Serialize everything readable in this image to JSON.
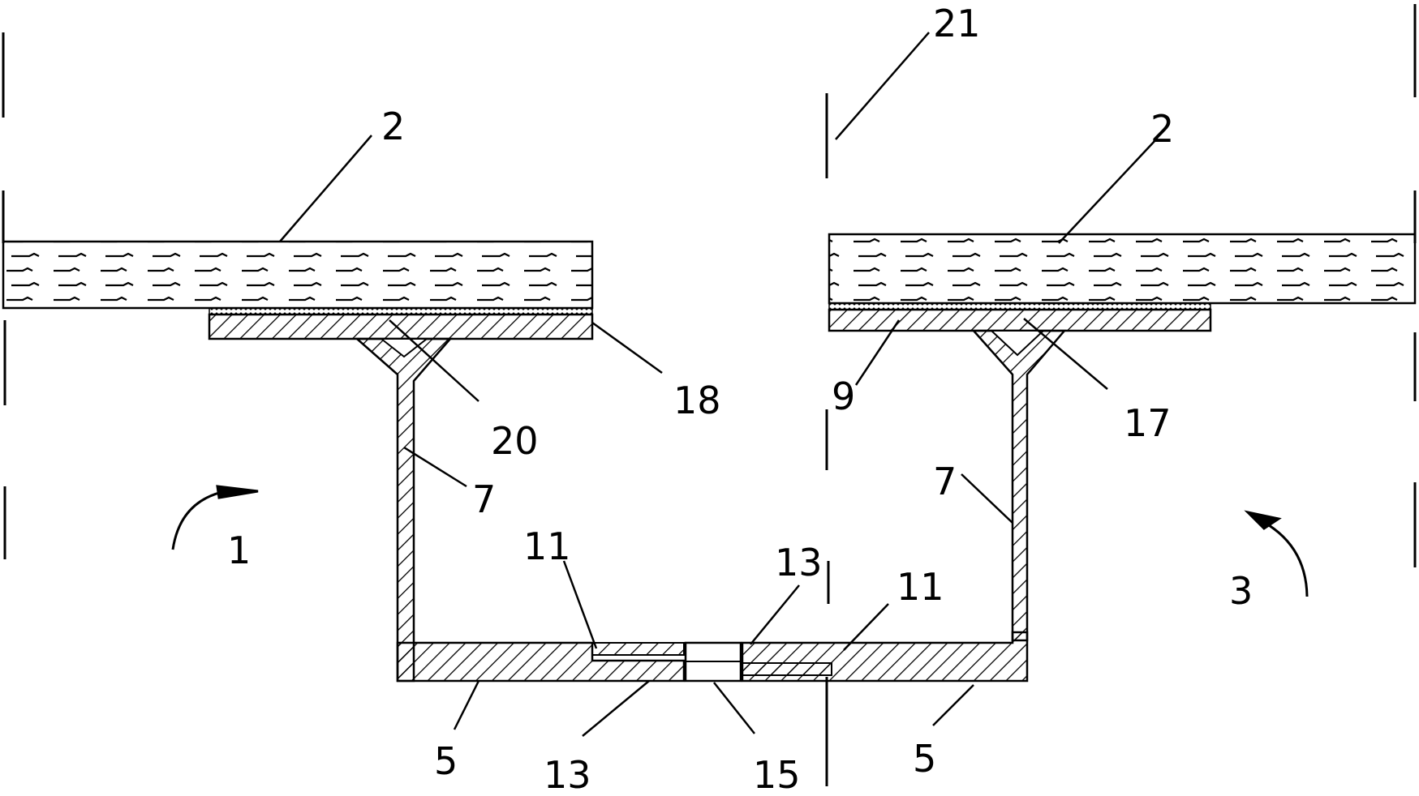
{
  "labels": {
    "label_21": "21",
    "label_2_left": "2",
    "label_2_right": "2",
    "label_18": "18",
    "label_20": "20",
    "label_9": "9",
    "label_17": "17",
    "label_7_left": "7",
    "label_7_right": "7",
    "label_1": "1",
    "label_3": "3",
    "label_11_left": "11",
    "label_11_right": "11",
    "label_13_top": "13",
    "label_13_bottom": "13",
    "label_5_left": "5",
    "label_5_right": "5",
    "label_15": "15"
  },
  "colors": {
    "line": "#000000",
    "background": "#ffffff"
  }
}
